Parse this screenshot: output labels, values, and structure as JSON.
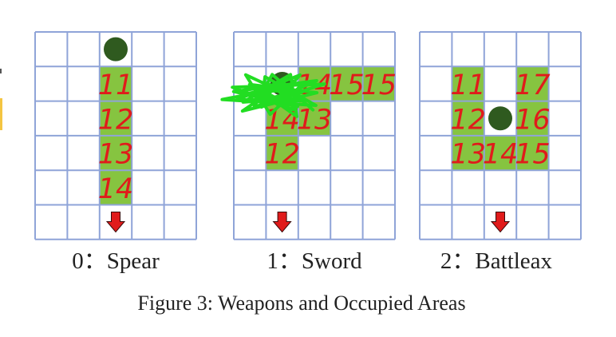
{
  "caption": "Figure 3: Weapons and Occupied Areas",
  "colors": {
    "grid": "#8fa4d8",
    "occupied": "#86c440",
    "player": "#2f5a1f",
    "arrow": "#e01b1b",
    "handwriting": "#e01b1b",
    "scribble": "#22dd22"
  },
  "panels": [
    {
      "label": "0：Spear",
      "occupied": [
        [
          1,
          2
        ],
        [
          2,
          2
        ],
        [
          3,
          2
        ],
        [
          4,
          2
        ]
      ],
      "player": [
        0,
        2
      ],
      "arrow": [
        5,
        2
      ],
      "numbers": [
        {
          "text": "11",
          "cell": [
            1,
            2
          ]
        },
        {
          "text": "12",
          "cell": [
            2,
            2
          ]
        },
        {
          "text": "13",
          "cell": [
            3,
            2
          ]
        },
        {
          "text": "14",
          "cell": [
            4,
            2
          ]
        }
      ],
      "scribble": false
    },
    {
      "label": "1：Sword",
      "occupied": [
        [
          1,
          2
        ],
        [
          1,
          3
        ],
        [
          1,
          4
        ],
        [
          2,
          1
        ],
        [
          2,
          2
        ],
        [
          3,
          1
        ]
      ],
      "player": [
        1,
        1
      ],
      "arrow": [
        5,
        1
      ],
      "numbers": [
        {
          "text": "14",
          "cell": [
            1,
            2
          ]
        },
        {
          "text": "15",
          "cell": [
            1,
            3
          ]
        },
        {
          "text": "15",
          "cell": [
            1,
            4
          ]
        },
        {
          "text": "14",
          "cell": [
            2,
            1
          ]
        },
        {
          "text": "13",
          "cell": [
            2,
            2
          ]
        },
        {
          "text": "12",
          "cell": [
            3,
            1
          ]
        }
      ],
      "scribble": true
    },
    {
      "label": "2：Battleax",
      "occupied": [
        [
          1,
          1
        ],
        [
          2,
          1
        ],
        [
          3,
          1
        ],
        [
          3,
          2
        ],
        [
          3,
          3
        ],
        [
          2,
          3
        ],
        [
          1,
          3
        ]
      ],
      "player": [
        2,
        2
      ],
      "arrow": [
        5,
        2
      ],
      "numbers": [
        {
          "text": "11",
          "cell": [
            1,
            1
          ]
        },
        {
          "text": "12",
          "cell": [
            2,
            1
          ]
        },
        {
          "text": "13",
          "cell": [
            3,
            1
          ]
        },
        {
          "text": "14",
          "cell": [
            3,
            2
          ]
        },
        {
          "text": "15",
          "cell": [
            3,
            3
          ]
        },
        {
          "text": "16",
          "cell": [
            2,
            3
          ]
        },
        {
          "text": "17",
          "cell": [
            1,
            3
          ]
        }
      ],
      "scribble": false
    }
  ]
}
